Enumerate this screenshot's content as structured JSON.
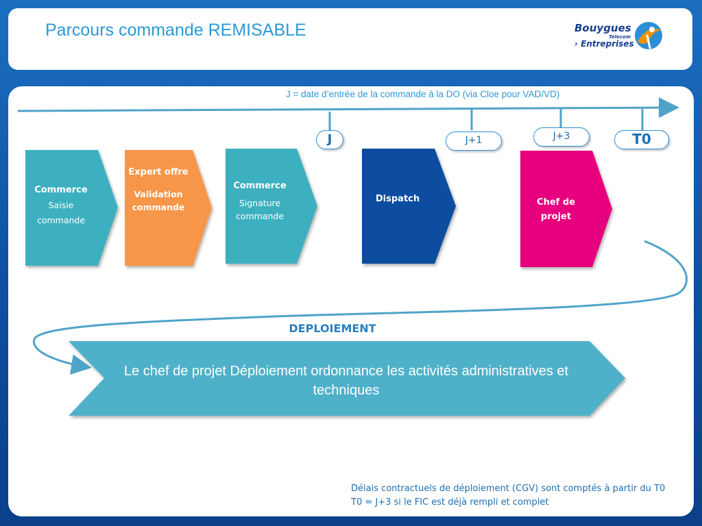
{
  "header": {
    "title": "Parcours commande REMISABLE",
    "logo": {
      "line1": "Bouygues",
      "line2": "Telecom",
      "line3": "› Entreprises"
    }
  },
  "timeline": {
    "note": "J = date d’entrée de la commande à la DO (via Cloe pour VAD/VD)",
    "milestones": [
      "J",
      "J+1",
      "J+3",
      "T0"
    ]
  },
  "steps": [
    {
      "title": "Commerce",
      "subtitle": "Saisie commande",
      "color": "#3eb0bf"
    },
    {
      "title": "Expert offre",
      "subtitle": "Validation commande",
      "color": "#f7964a"
    },
    {
      "title": "Commerce",
      "subtitle": "Signature commande",
      "color": "#3eb0bf"
    },
    {
      "title": "Dispatch",
      "subtitle": "",
      "color": "#0d4ea0"
    },
    {
      "title": "Chef de projet",
      "subtitle": "",
      "color": "#e6007e"
    }
  ],
  "deployment": {
    "label": "DEPLOIEMENT",
    "text": "Le chef de projet Déploiement ordonnance les activités administratives et techniques",
    "color": "#4fb1c9"
  },
  "footer": {
    "line1": "Délais contractuels de déploiement (CGV) sont comptés à partir du T0",
    "line2": "T0 = J+3 si le FIC est déjà rempli et complet"
  }
}
